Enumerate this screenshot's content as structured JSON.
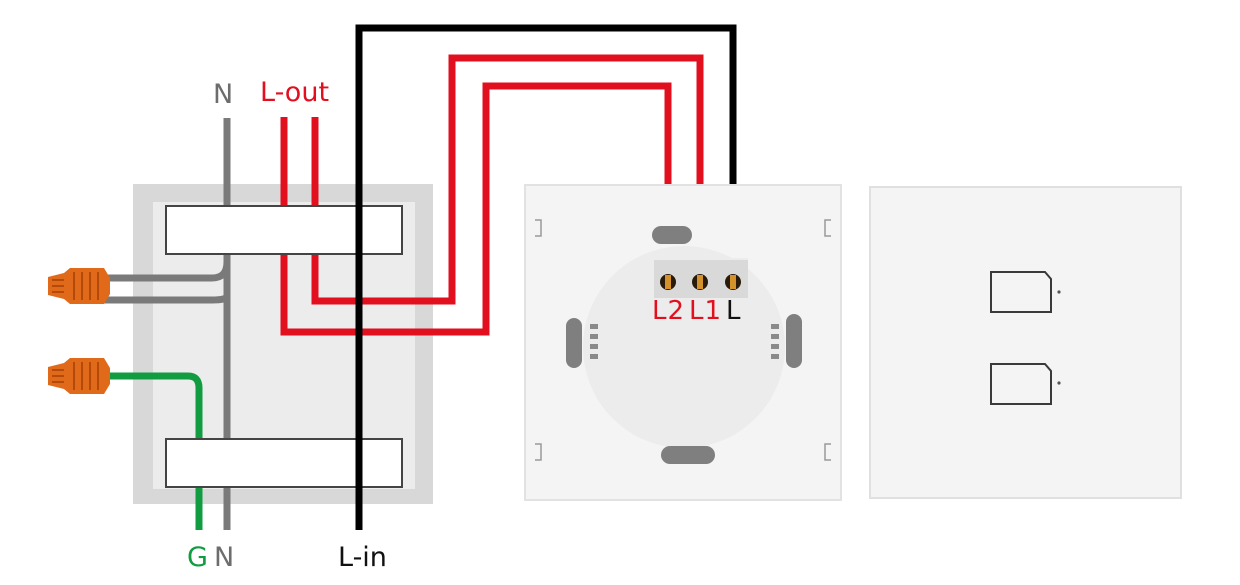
{
  "colors": {
    "live_in": "#000000",
    "live_out": "#e2101f",
    "neutral": "#7a7a7a",
    "ground": "#119c42",
    "connector": "#e06a1a",
    "box_outer": "#d7d7d7",
    "box_inner": "#ebebeb",
    "plate": "#f5f5f5",
    "module": "#ececec",
    "clip": "#7f7f7f"
  },
  "labels": {
    "n_top": "N",
    "l_out": "L-out",
    "g_bottom": "G",
    "n_bottom": "N",
    "l_in": "L-in"
  },
  "terminals": {
    "l2": "L2",
    "l1": "L1",
    "l": "L"
  },
  "icons": {
    "connector_top": "wire-nut-icon",
    "connector_bottom": "wire-nut-icon",
    "touch_button_1": "touch-key-icon",
    "touch_button_2": "touch-key-icon"
  }
}
